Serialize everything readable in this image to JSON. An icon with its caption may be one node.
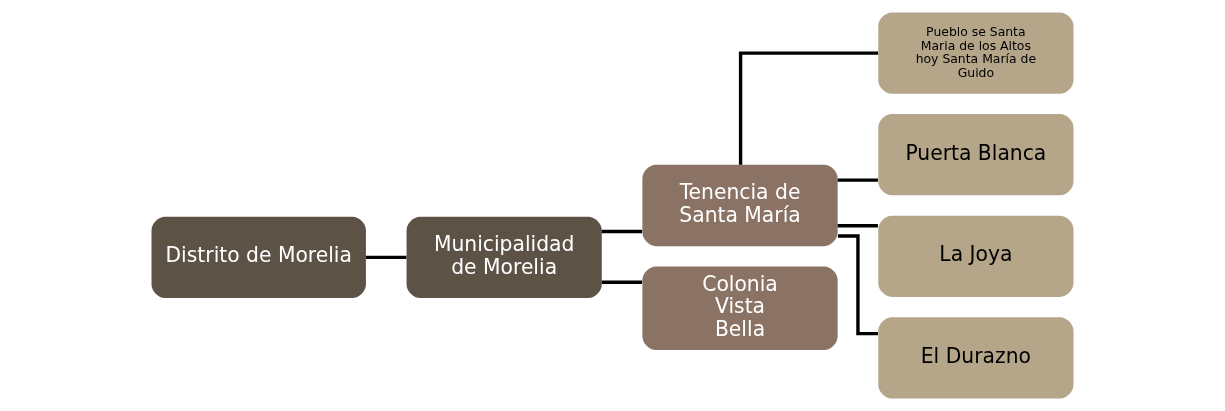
{
  "diagram": {
    "nodes": [
      {
        "text": [
          "Distrito de Morelia"
        ]
      },
      {
        "text": [
          "Municipalidad de Morelia"
        ]
      },
      {
        "text": [
          "Tenencia de Santa María"
        ]
      },
      {
        "text": [
          "Colonia Vista Bella"
        ]
      },
      {
        "text": [
          "Pueblo se Santa Maria de los Altos hoy Santa María de Guido"
        ]
      },
      {
        "text": [
          "Puerta Blanca"
        ]
      },
      {
        "text": [
          "La Joya"
        ]
      },
      {
        "text": [
          "El Durazno"
        ]
      }
    ],
    "edges": [
      {
        "from": 0,
        "to": 1,
        "arrow": "none"
      },
      {
        "from": 1,
        "to": 2,
        "arrow": "none"
      },
      {
        "from": 1,
        "to": 3,
        "arrow": "none"
      },
      {
        "from": 2,
        "to": 4,
        "arrow": "none"
      },
      {
        "from": 2,
        "to": 5,
        "arrow": "none"
      },
      {
        "from": 2,
        "to": 6,
        "arrow": "none"
      },
      {
        "from": 2,
        "to": 7,
        "arrow": "none"
      }
    ]
  }
}
